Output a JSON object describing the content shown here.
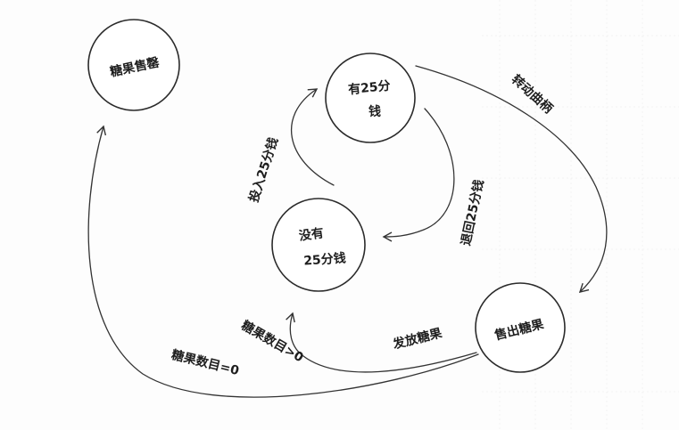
{
  "states": {
    "sold_out": {
      "label": "糖果售罄"
    },
    "has_quarter": {
      "line1": "有25分",
      "line2": "钱"
    },
    "no_quarter": {
      "line1": "没有",
      "line2": "25分钱"
    },
    "sold": {
      "label": "售出糖果"
    }
  },
  "transitions": {
    "turn_crank": "转动曲柄",
    "insert_quarter": "投入25分钱",
    "eject_quarter": "退回25分钱",
    "dispense": "发放糖果",
    "count_gt_zero": "糖果数目>0",
    "count_eq_zero": "糖果数目=0"
  }
}
